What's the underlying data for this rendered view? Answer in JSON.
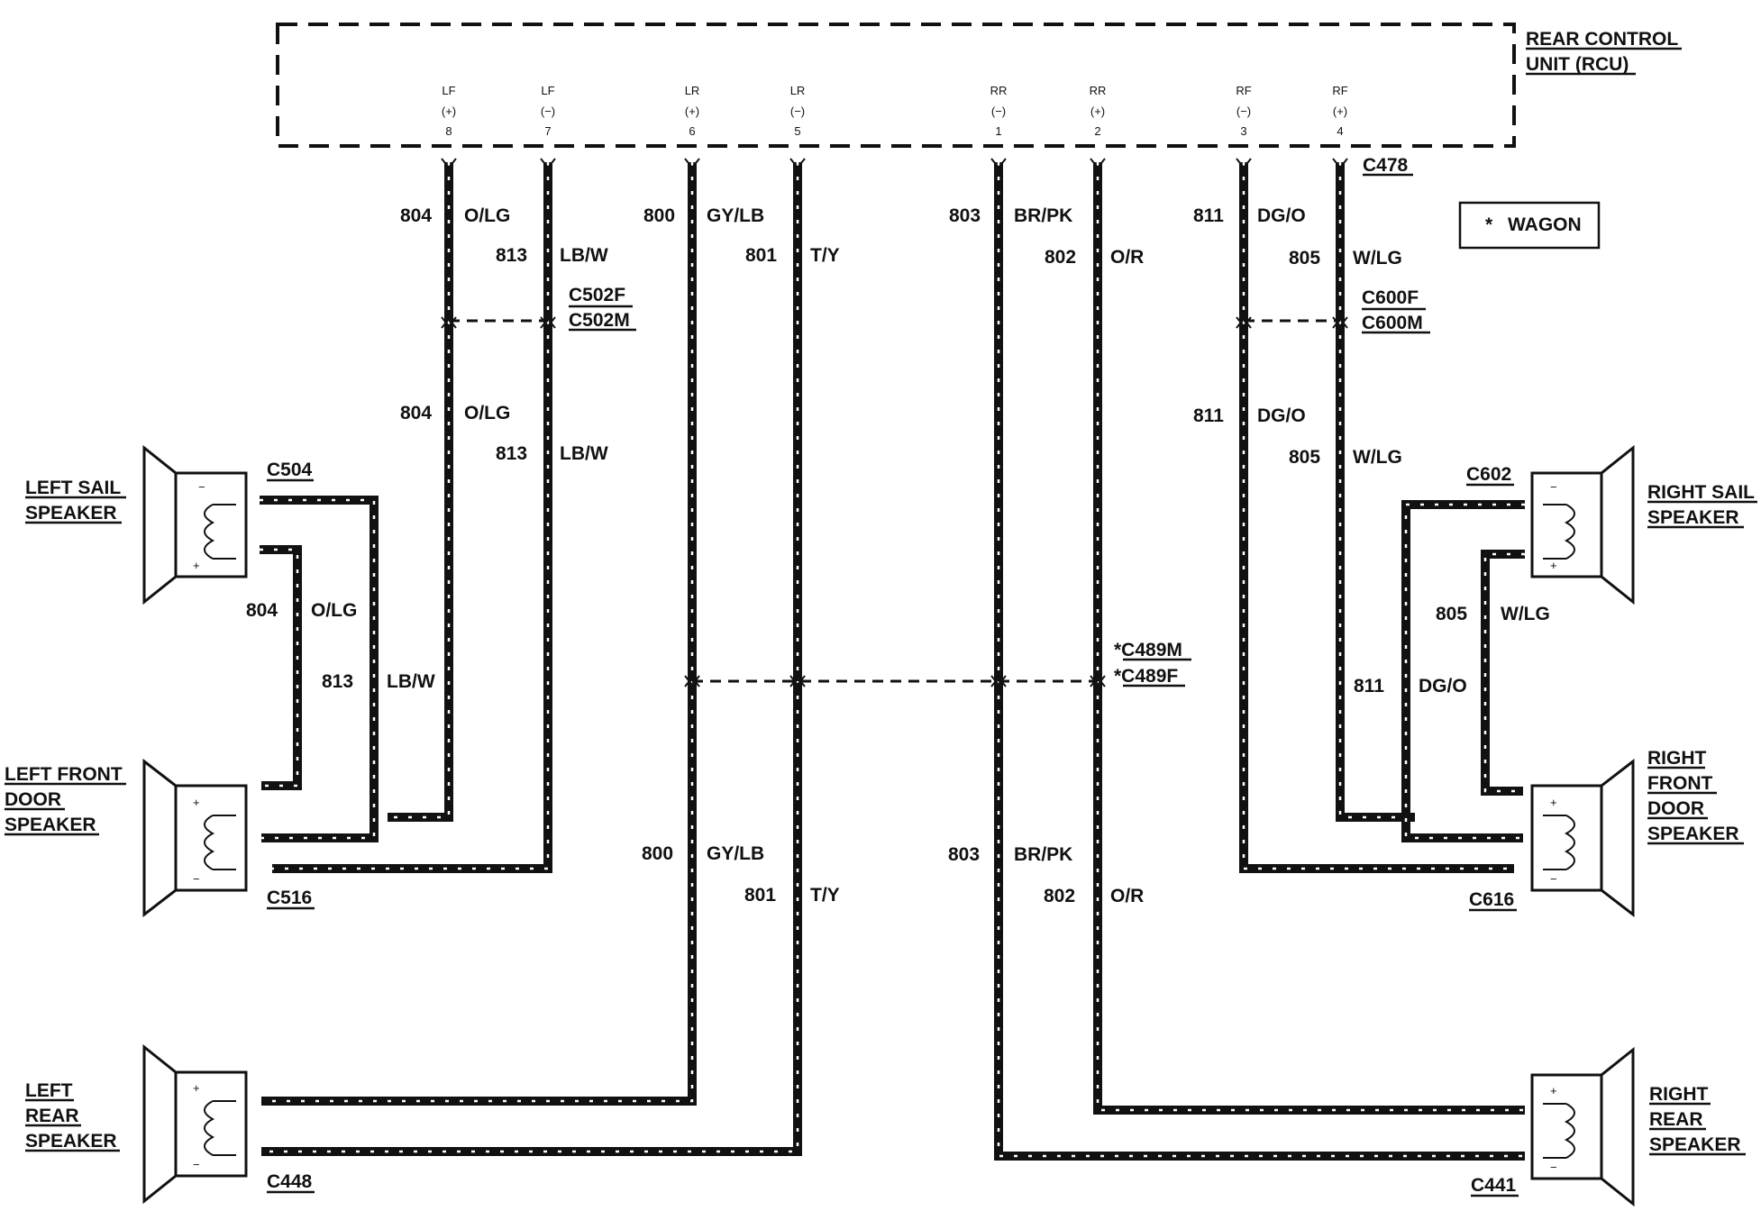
{
  "rcu": {
    "title_line1": "REAR CONTROL",
    "title_line2": "UNIT (RCU)",
    "connector": "C478",
    "pins": [
      {
        "name": "LF",
        "sign": "(+)",
        "num": "8"
      },
      {
        "name": "LF",
        "sign": "(−)",
        "num": "7"
      },
      {
        "name": "LR",
        "sign": "(+)",
        "num": "6"
      },
      {
        "name": "LR",
        "sign": "(−)",
        "num": "5"
      },
      {
        "name": "RR",
        "sign": "(−)",
        "num": "1"
      },
      {
        "name": "RR",
        "sign": "(+)",
        "num": "2"
      },
      {
        "name": "RF",
        "sign": "(−)",
        "num": "3"
      },
      {
        "name": "RF",
        "sign": "(+)",
        "num": "4"
      }
    ]
  },
  "legend": {
    "star": "*",
    "text": "WAGON"
  },
  "connectors": {
    "c502f": "C502F",
    "c502m": "C502M",
    "c600f": "C600F",
    "c600m": "C600M",
    "c489m": "*C489M",
    "c489f": "*C489F",
    "c504": "C504",
    "c516": "C516",
    "c448": "C448",
    "c602": "C602",
    "c616": "C616",
    "c441": "C441"
  },
  "circuits": {
    "c804": "804",
    "o_lg": "O/LG",
    "c813": "813",
    "lb_w": "LB/W",
    "c800": "800",
    "gy_lb": "GY/LB",
    "c801": "801",
    "t_y": "T/Y",
    "c803": "803",
    "br_pk": "BR/PK",
    "c802": "802",
    "o_r": "O/R",
    "c811": "811",
    "dg_o": "DG/O",
    "c805": "805",
    "w_lg": "W/LG"
  },
  "speakers": {
    "left_sail": [
      "LEFT SAIL",
      "SPEAKER"
    ],
    "left_front": [
      "LEFT FRONT",
      "DOOR",
      "SPEAKER"
    ],
    "left_rear": [
      "LEFT",
      "REAR",
      "SPEAKER"
    ],
    "right_sail": [
      "RIGHT SAIL",
      "SPEAKER"
    ],
    "right_front": [
      "RIGHT",
      "FRONT",
      "DOOR",
      "SPEAKER"
    ],
    "right_rear": [
      "RIGHT",
      "REAR",
      "SPEAKER"
    ],
    "plus": "+",
    "minus": "−"
  }
}
